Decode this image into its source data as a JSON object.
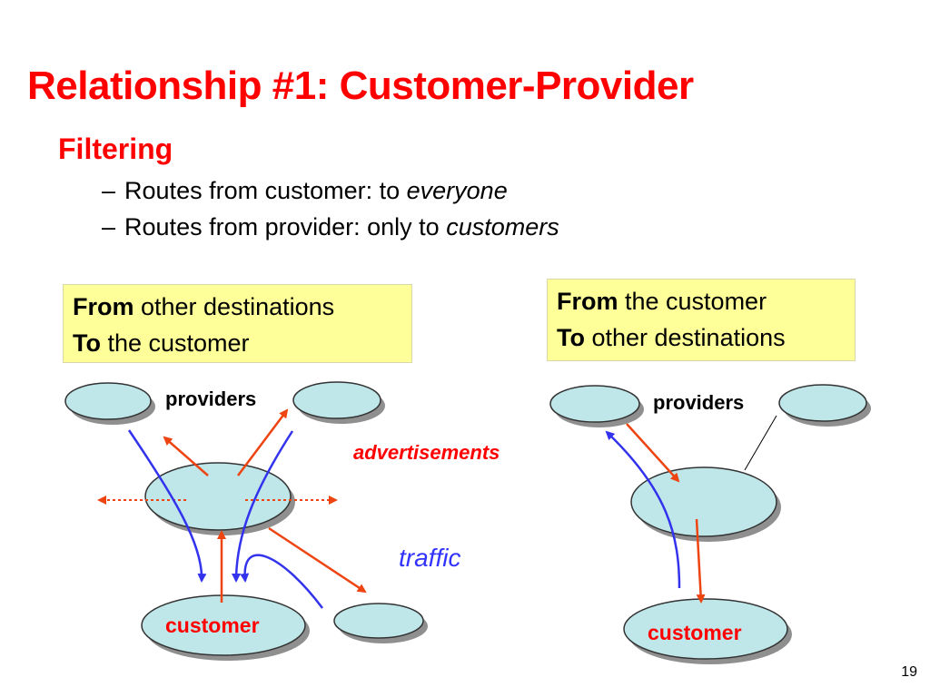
{
  "slide": {
    "title": "Relationship #1: Customer-Provider",
    "subheading": "Filtering",
    "bullets": [
      {
        "dash": "–",
        "text": "Routes from customer: to ",
        "emphasis": "everyone"
      },
      {
        "dash": "–",
        "text": "Routes from provider: only to ",
        "emphasis": "customers"
      }
    ],
    "page_number": "19"
  },
  "left_diagram": {
    "note_line1_bold": "From",
    "note_line1_rest": " other destinations",
    "note_line2_bold": "To",
    "note_line2_rest": " the customer",
    "providers_label": "providers",
    "customer_label": "customer",
    "advertisements_label": "advertisements",
    "traffic_label": "traffic"
  },
  "right_diagram": {
    "note_line1_bold": "From",
    "note_line1_rest": " the customer",
    "note_line2_bold": "To",
    "note_line2_rest": " other destinations",
    "providers_label": "providers",
    "customer_label": "customer"
  },
  "colors": {
    "title": "#ff0000",
    "note_background": "#ffff99",
    "cloud_fill": "#bfe7ea",
    "cloud_shadow": "#8f8f8f",
    "advertisement_arrow": "#ee4411",
    "traffic_arrow": "#3333ee"
  }
}
